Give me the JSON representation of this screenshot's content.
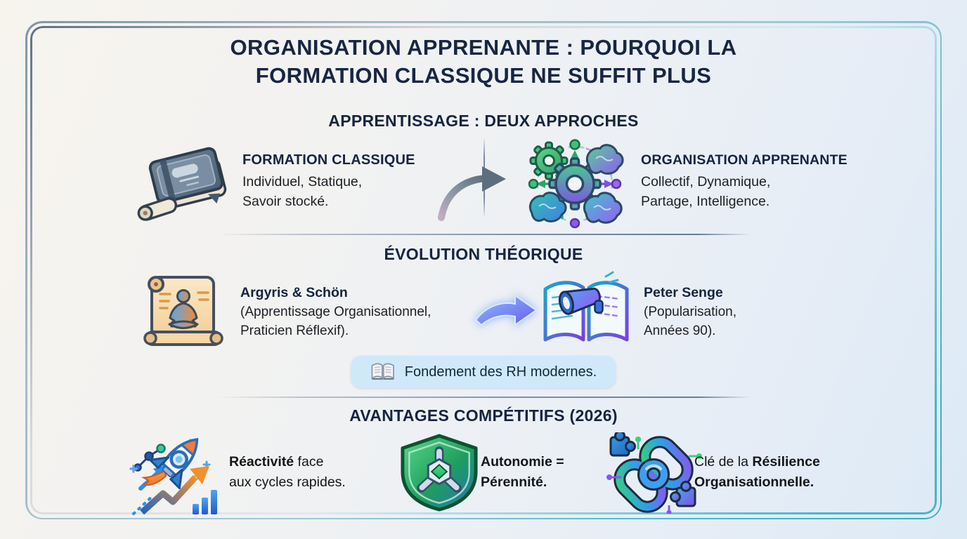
{
  "colors": {
    "navy": "#16233E",
    "body_text": "#1D2024",
    "badge_bg": "#CFE9FB",
    "frame_slate": "#6E8598",
    "frame_teal": "#45B4C8",
    "background": "#EDF1F6"
  },
  "title": {
    "line1": "ORGANISATION APPRENANTE : POURQUOI LA",
    "line2": "FORMATION CLASSIQUE NE SUFFIT PLUS"
  },
  "approaches": {
    "heading": "APPRENTISSAGE : DEUX APPROCHES",
    "classic": {
      "icon": "book-and-scroll-icon",
      "title": "FORMATION CLASSIQUE",
      "line1": "Individuel, Statique,",
      "line2": "Savoir stocké."
    },
    "arrow_icon": "curved-gray-arrow-icon",
    "learning": {
      "icon": "gears-brains-network-icon",
      "title": "ORGANISATION APPRENANTE",
      "line1": "Collectif, Dynamique,",
      "line2": "Partage, Intelligence."
    }
  },
  "evolution": {
    "heading": "ÉVOLUTION THÉORIQUE",
    "argyris": {
      "icon": "meditation-scroll-icon",
      "name": "Argyris & Schön",
      "line1": "(Apprentissage Organisationnel,",
      "line2": "Praticien Réflexif)."
    },
    "arrow_icon": "blue-glow-arrow-icon",
    "senge": {
      "icon": "book-megaphone-icon",
      "name": "Peter Senge",
      "line1": "(Popularisation,",
      "line2": "Années 90)."
    },
    "badge": {
      "icon": "open-book-icon",
      "text": "Fondement des RH modernes."
    }
  },
  "advantages": {
    "heading": "AVANTAGES COMPÉTITIFS (2026)",
    "items": [
      {
        "icon": "rocket-growth-icon",
        "line1_bold": "Réactivité",
        "line1_rest": " face",
        "line2": "aux cycles rapides."
      },
      {
        "icon": "shield-icon",
        "line1": "Autonomie =",
        "line2": "Pérennité."
      },
      {
        "icon": "chain-puzzle-icon",
        "line1_pre": "Clé de la ",
        "line1_bold": "Résilience",
        "line2_bold": "Organisationnelle."
      }
    ]
  }
}
